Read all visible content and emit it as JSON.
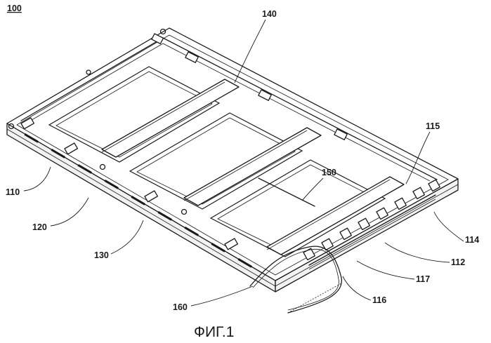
{
  "figure": {
    "main_ref": "100",
    "caption": "ФИГ.1"
  },
  "labels": {
    "r140": "140",
    "r115": "115",
    "r150": "150",
    "r110": "110",
    "r120": "120",
    "r130": "130",
    "r114": "114",
    "r112": "112",
    "r117": "117",
    "r160": "160",
    "r116": "116"
  }
}
